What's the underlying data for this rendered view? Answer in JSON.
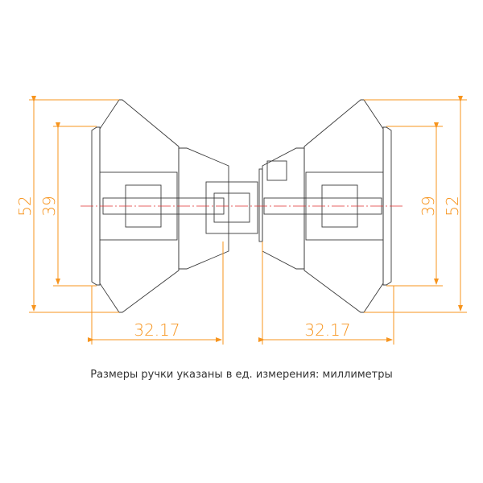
{
  "drawing": {
    "title": "Door knob cross-section technical drawing",
    "colors": {
      "dimension": "#f7941d",
      "line": "#3a3a3a",
      "centerline": "#e03030"
    },
    "dimensions": {
      "left_outer_height": "52",
      "left_inner_height": "39",
      "right_inner_height": "39",
      "right_outer_height": "52",
      "left_width": "32.17",
      "right_width": "32.17"
    }
  },
  "caption": "Размеры ручки указаны в ед. измерения: миллиметры"
}
